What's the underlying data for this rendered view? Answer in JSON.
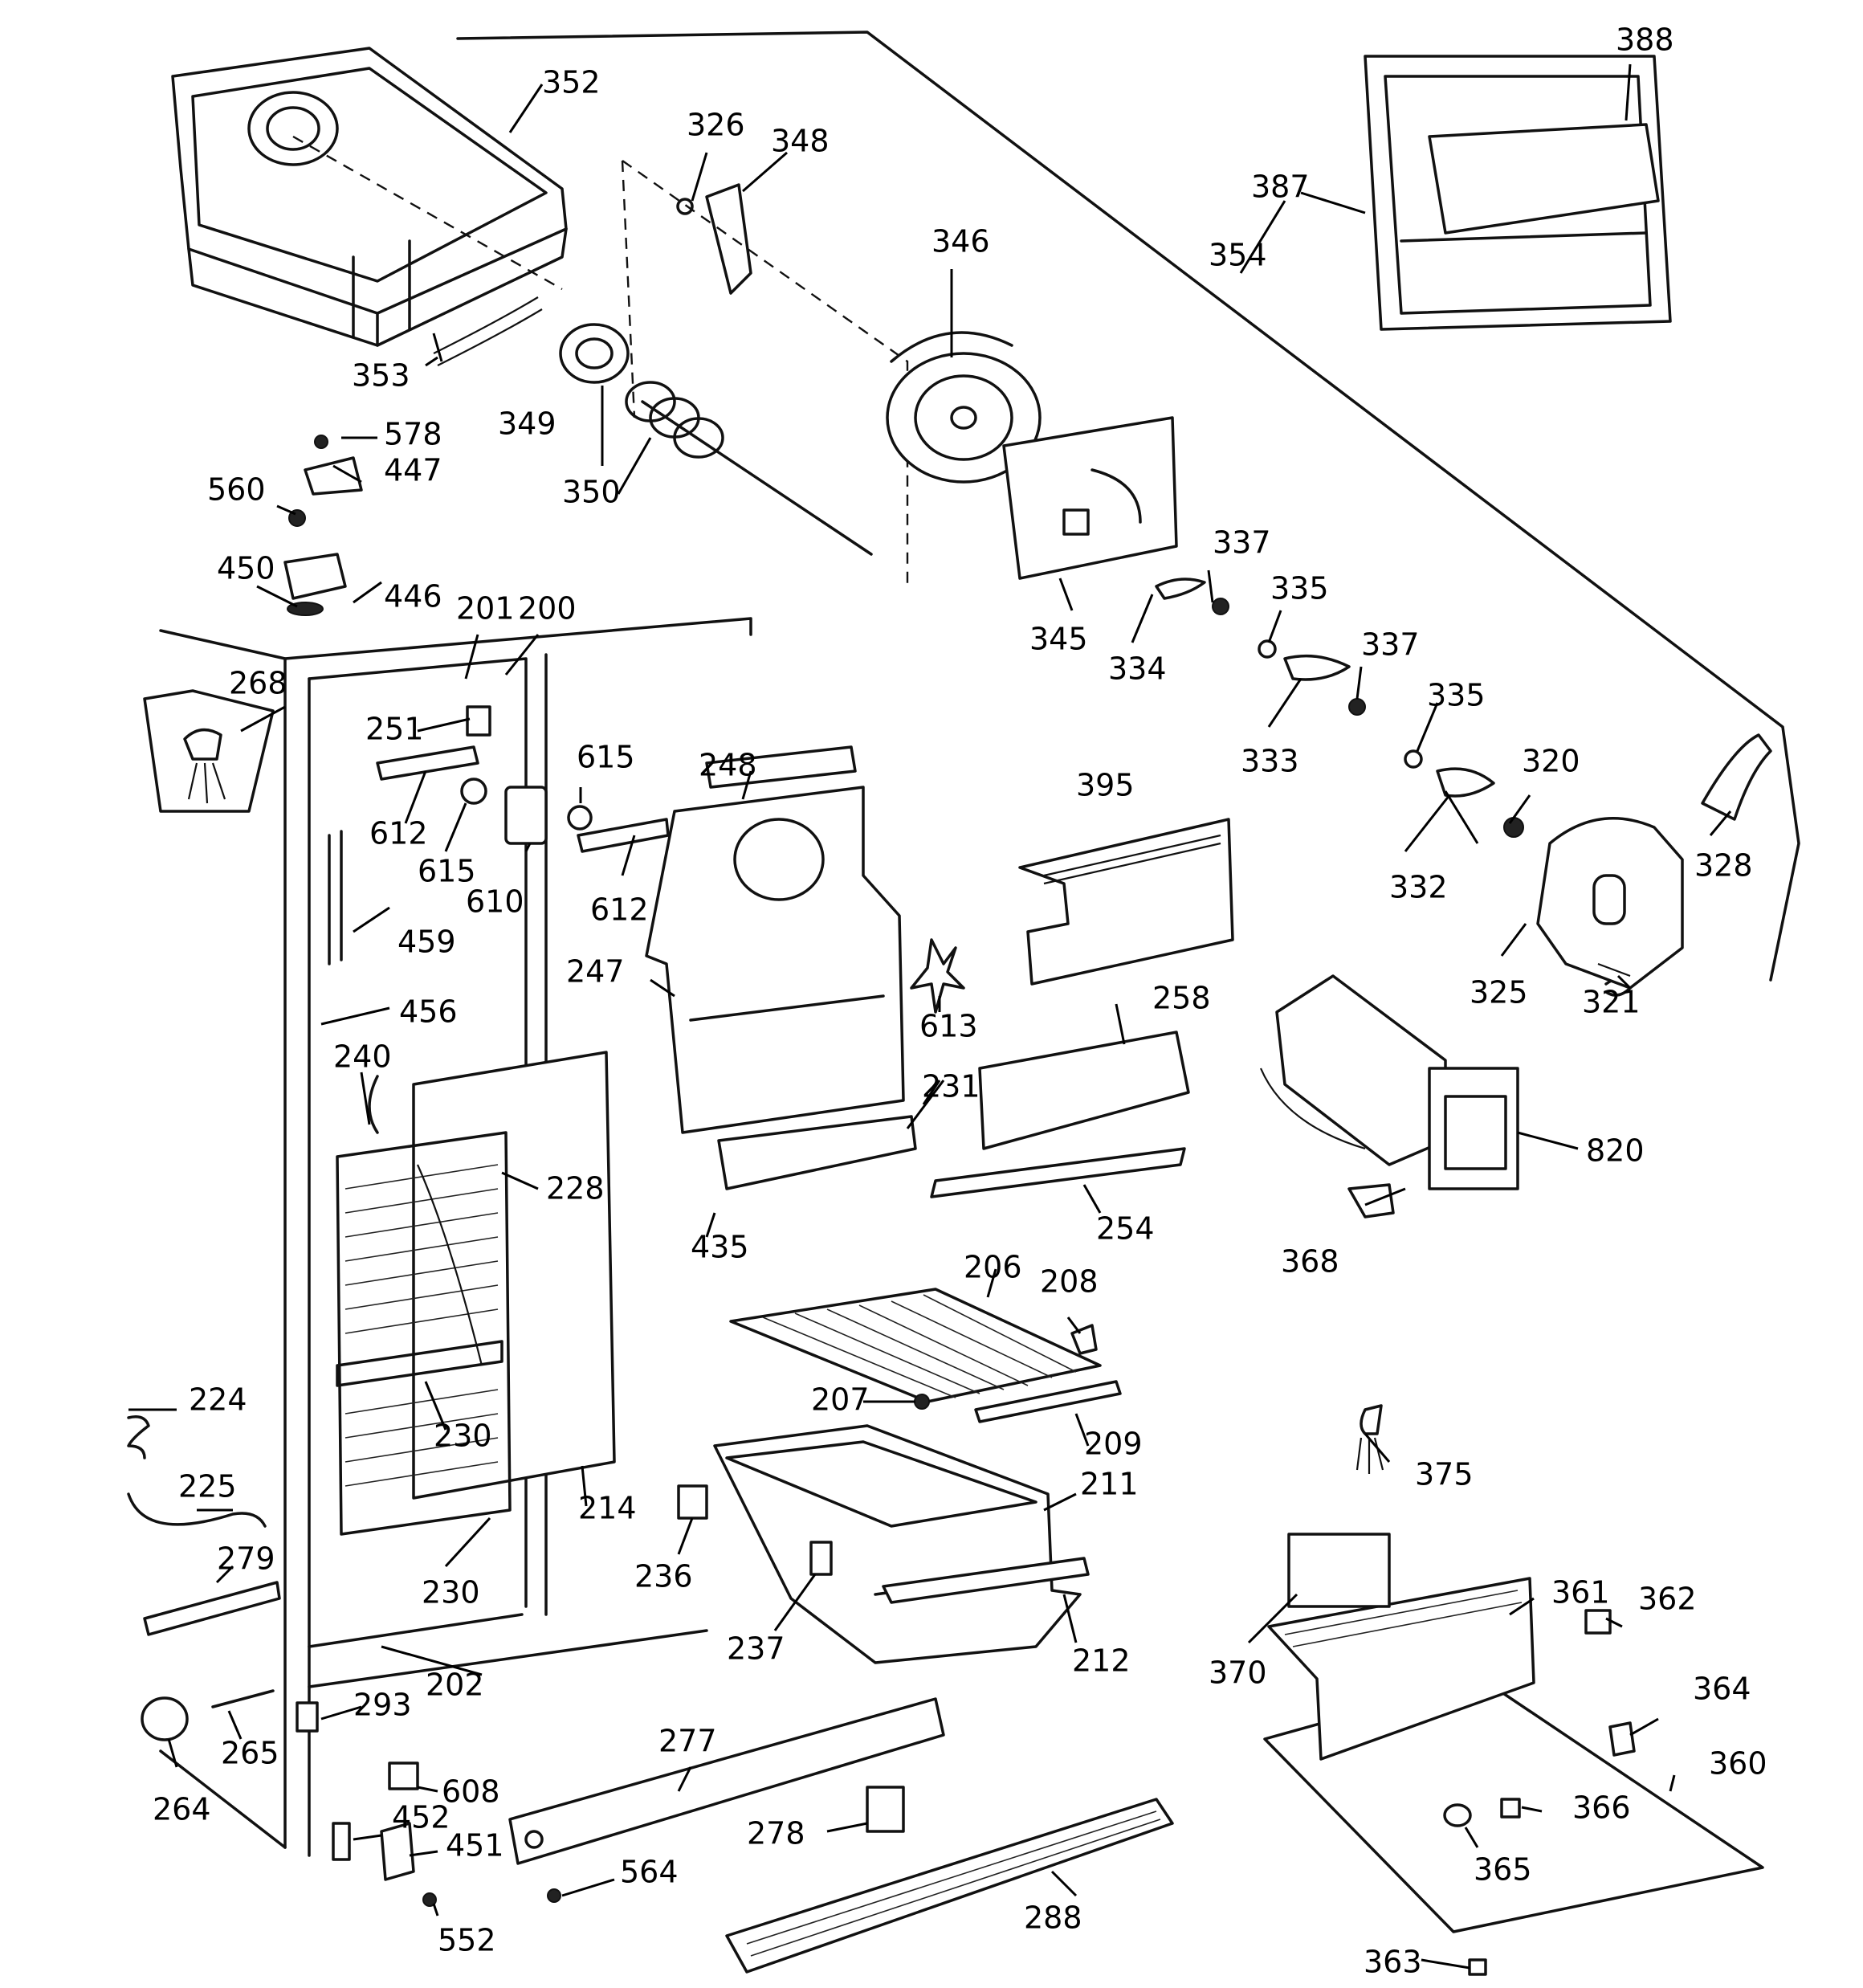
{
  "labels": [
    "200",
    "201",
    "202",
    "206",
    "207",
    "208",
    "209",
    "211",
    "212",
    "214",
    "224",
    "225",
    "228",
    "230",
    "231",
    "236",
    "237",
    "240",
    "247",
    "248",
    "251",
    "254",
    "258",
    "264",
    "265",
    "268",
    "277",
    "278",
    "279",
    "288",
    "293",
    "320",
    "321",
    "325",
    "326",
    "328",
    "332",
    "333",
    "334",
    "335",
    "337",
    "345",
    "346",
    "348",
    "349",
    "350",
    "352",
    "353",
    "354",
    "360",
    "361",
    "362",
    "363",
    "364",
    "365",
    "366",
    "368",
    "370",
    "375",
    "387",
    "388",
    "395",
    "435",
    "446",
    "447",
    "450",
    "451",
    "452",
    "456",
    "459",
    "552",
    "560",
    "564",
    "578",
    "608",
    "610",
    "612",
    "613",
    "615",
    "820"
  ],
  "colors": {
    "line": "#111111",
    "background": "#ffffff"
  }
}
